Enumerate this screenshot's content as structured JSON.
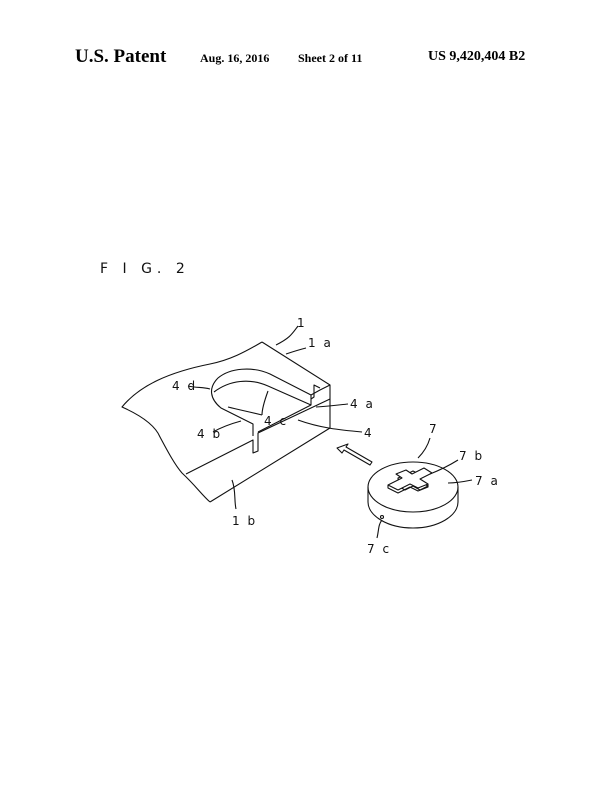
{
  "header": {
    "title": "U.S. Patent",
    "date": "Aug. 16, 2016",
    "sheet": "Sheet 2 of 11",
    "patent_number": "US 9,420,404 B2"
  },
  "figure": {
    "label": "F I G. 2",
    "refs": {
      "r1": "1",
      "r1a": "1 a",
      "r1b": "1 b",
      "r4": "4",
      "r4a": "4 a",
      "r4b": "4 b",
      "r4c": "4 c",
      "r4d": "4 d",
      "r7": "7",
      "r7a": "7 a",
      "r7b": "7 b",
      "r7c": "7 c"
    }
  }
}
